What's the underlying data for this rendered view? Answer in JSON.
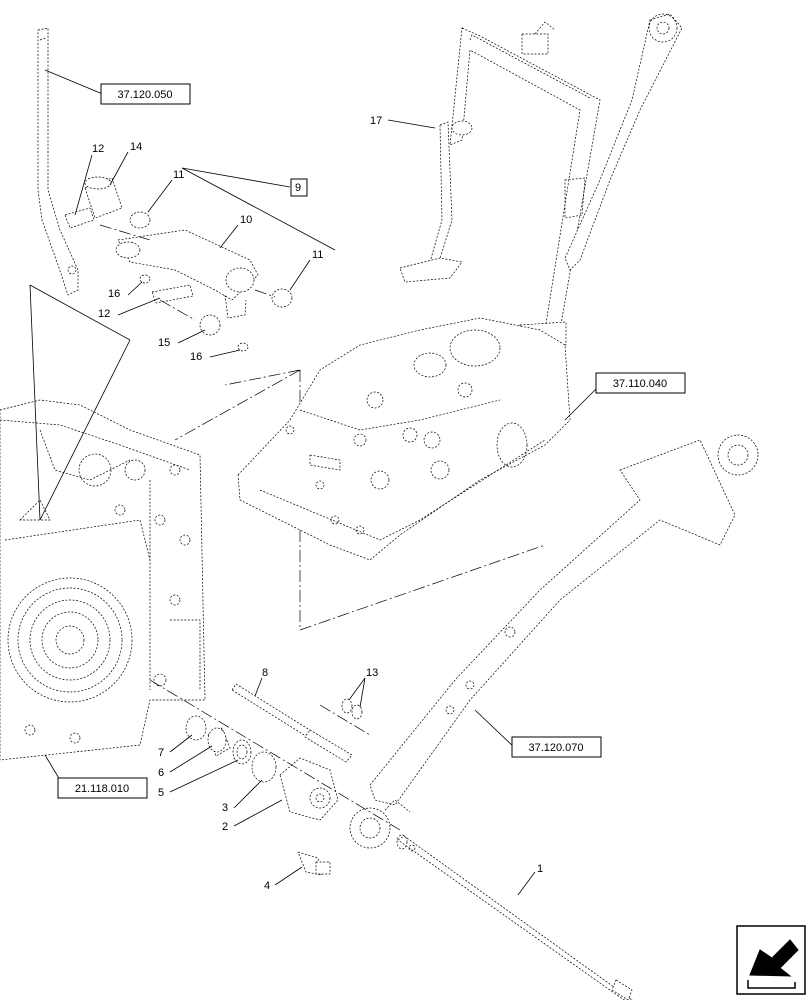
{
  "diagram": {
    "references": [
      {
        "id": "ref-37-120-050",
        "text": "37.120.050"
      },
      {
        "id": "ref-37-110-040",
        "text": "37.110.040"
      },
      {
        "id": "ref-37-120-070",
        "text": "37.120.070"
      },
      {
        "id": "ref-21-118-010",
        "text": "21.118.010"
      }
    ],
    "callouts": [
      {
        "id": "c12a",
        "text": "12"
      },
      {
        "id": "c14",
        "text": "14"
      },
      {
        "id": "c11a",
        "text": "11"
      },
      {
        "id": "c9",
        "text": "9"
      },
      {
        "id": "c10",
        "text": "10"
      },
      {
        "id": "c11b",
        "text": "11"
      },
      {
        "id": "c16a",
        "text": "16"
      },
      {
        "id": "c12b",
        "text": "12"
      },
      {
        "id": "c15",
        "text": "15"
      },
      {
        "id": "c16b",
        "text": "16"
      },
      {
        "id": "c17",
        "text": "17"
      },
      {
        "id": "c8",
        "text": "8"
      },
      {
        "id": "c13",
        "text": "13"
      },
      {
        "id": "c7",
        "text": "7"
      },
      {
        "id": "c6",
        "text": "6"
      },
      {
        "id": "c5",
        "text": "5"
      },
      {
        "id": "c3",
        "text": "3"
      },
      {
        "id": "c2",
        "text": "2"
      },
      {
        "id": "c4",
        "text": "4"
      },
      {
        "id": "c1",
        "text": "1"
      }
    ]
  }
}
